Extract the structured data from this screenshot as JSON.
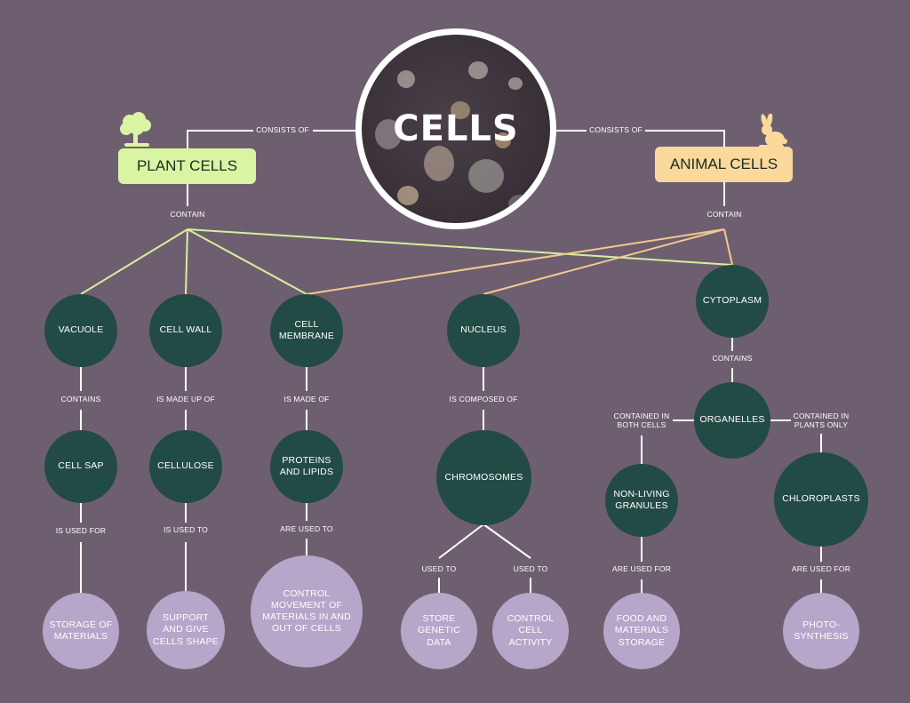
{
  "center": {
    "title": "CELLS"
  },
  "plant": {
    "label": "PLANT CELLS",
    "color": "#d9f5a3",
    "icon": "tree-icon"
  },
  "animal": {
    "label": "ANIMAL CELLS",
    "color": "#fbd89c",
    "icon": "rabbit-icon"
  },
  "colors": {
    "background": "#6e5f70",
    "dark_node": "#234b45",
    "light_node": "#b6a6c9",
    "plant_line": "#d6ef9e",
    "animal_line": "#f3c98f"
  },
  "labels": {
    "consists_of_left": "CONSISTS OF",
    "consists_of_right": "CONSISTS OF",
    "contain_plant": "CONTAIN",
    "contain_animal": "CONTAIN",
    "contains_vacuole": "CONTAINS",
    "made_up_of": "IS MADE UP OF",
    "made_of": "IS MADE OF",
    "composed_of": "IS COMPOSED OF",
    "contains_cytoplasm": "CONTAINS",
    "both_cells": "CONTAINED IN\nBOTH CELLS",
    "plants_only": "CONTAINED IN\nPLANTS ONLY",
    "used_for_sap": "IS USED FOR",
    "used_to_cellulose": "IS USED TO",
    "are_used_to": "ARE USED TO",
    "used_to_left": "USED TO",
    "used_to_right": "USED TO",
    "are_used_for_granules": "ARE USED FOR",
    "are_used_for_chloro": "ARE USED FOR"
  },
  "nodes": {
    "vacuole": "VACUOLE",
    "cell_wall": "CELL WALL",
    "cell_membrane": "CELL\nMEMBRANE",
    "nucleus": "NUCLEUS",
    "cytoplasm": "CYTOPLASM",
    "cell_sap": "CELL SAP",
    "cellulose": "CELLULOSE",
    "proteins_lipids": "PROTEINS\nAND LIPIDS",
    "chromosomes": "CHROMOSOMES",
    "organelles": "ORGANELLES",
    "granules": "NON-LIVING\nGRANULES",
    "chloroplasts": "CHLOROPLASTS",
    "storage": "STORAGE OF\nMATERIALS",
    "support": "SUPPORT\nAND GIVE\nCELLS SHAPE",
    "control_movement": "CONTROL\nMOVEMENT OF\nMATERIALS IN AND\nOUT OF CELLS",
    "store_genetic": "STORE\nGENETIC\nDATA",
    "control_activity": "CONTROL\nCELL\nACTIVITY",
    "food_storage": "FOOD AND\nMATERIALS\nSTORAGE",
    "photosynthesis": "PHOTO-\nSYNTHESIS"
  }
}
